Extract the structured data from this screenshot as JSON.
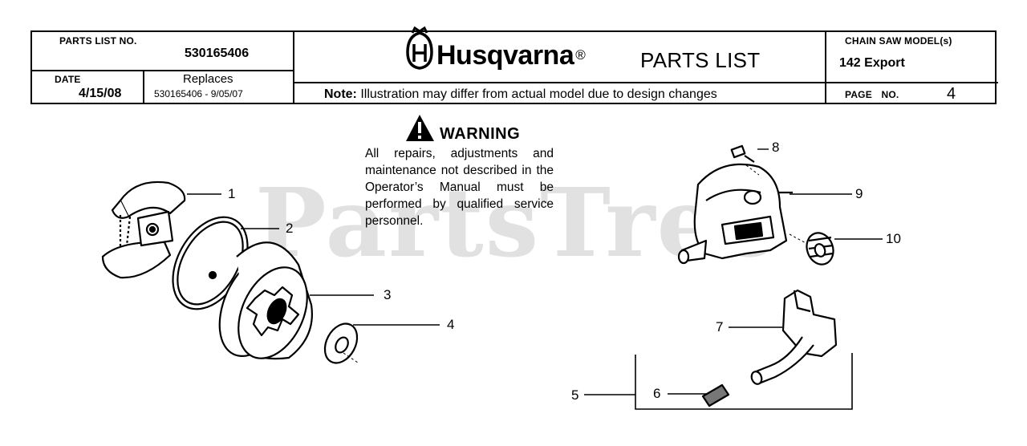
{
  "header": {
    "parts_list_no_label": "PARTS LIST NO.",
    "parts_list_no": "530165406",
    "date_label": "DATE",
    "date": "4/15/08",
    "replaces_label": "Replaces",
    "replaces": "530165406 - 9/05/07",
    "brand": "Husqvarna",
    "brand_mark": "®",
    "title": "PARTS LIST",
    "note_label": "Note:",
    "note_text": "Illustration may differ from actual model due to design changes",
    "model_label": "CHAIN SAW MODEL(s)",
    "model": "142 Export",
    "page_label": "PAGE NO.",
    "page": "4"
  },
  "warning": {
    "title": "WARNING",
    "text": "All repairs, adjustments and maintenance not described in the Operator’s Manual must be performed by qualified service personnel."
  },
  "watermark": "PartsTree",
  "callouts": [
    "1",
    "2",
    "3",
    "4",
    "5",
    "6",
    "7",
    "8",
    "9",
    "10"
  ],
  "colors": {
    "ink": "#000000",
    "watermark": "#787878"
  },
  "icons": [
    "warning-triangle-icon",
    "husqvarna-crown-logo"
  ]
}
